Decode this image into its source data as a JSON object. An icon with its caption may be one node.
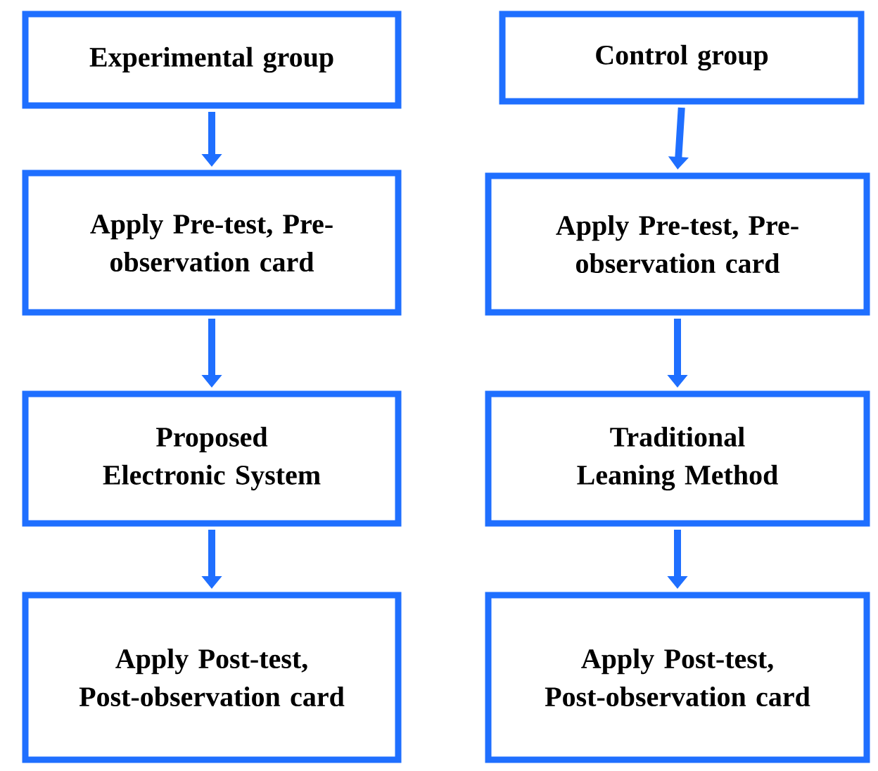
{
  "diagram": {
    "nodes": [
      {
        "text": [
          "Experimental group"
        ]
      },
      {
        "text": [
          "Apply Pre-test, Pre-observation card"
        ]
      },
      {
        "text": [
          "Proposed Electronic System"
        ]
      },
      {
        "text": [
          "Apply Post-test, Post-observation card"
        ]
      },
      {
        "text": [
          "Control group"
        ]
      },
      {
        "text": [
          "Apply Pre-test, Pre-observation card"
        ]
      },
      {
        "text": [
          "Traditional Leaning Method"
        ]
      },
      {
        "text": [
          "Apply Post-test, Post-observation card"
        ]
      }
    ],
    "edges": [
      {
        "from": 0,
        "to": 1,
        "arrow": "to"
      },
      {
        "from": 1,
        "to": 2,
        "arrow": "to"
      },
      {
        "from": 2,
        "to": 3,
        "arrow": "to"
      },
      {
        "from": 4,
        "to": 5,
        "arrow": "to"
      },
      {
        "from": 5,
        "to": 6,
        "arrow": "to"
      },
      {
        "from": 6,
        "to": 7,
        "arrow": "to"
      }
    ]
  }
}
